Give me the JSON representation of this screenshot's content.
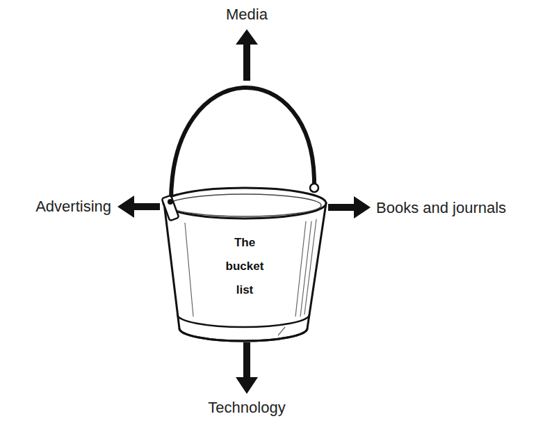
{
  "diagram": {
    "nodes": [
      {
        "text": [
          "The bucket list"
        ]
      }
    ],
    "labels": [
      "Media",
      "Advertising",
      "Books and journals",
      "Technology"
    ]
  }
}
